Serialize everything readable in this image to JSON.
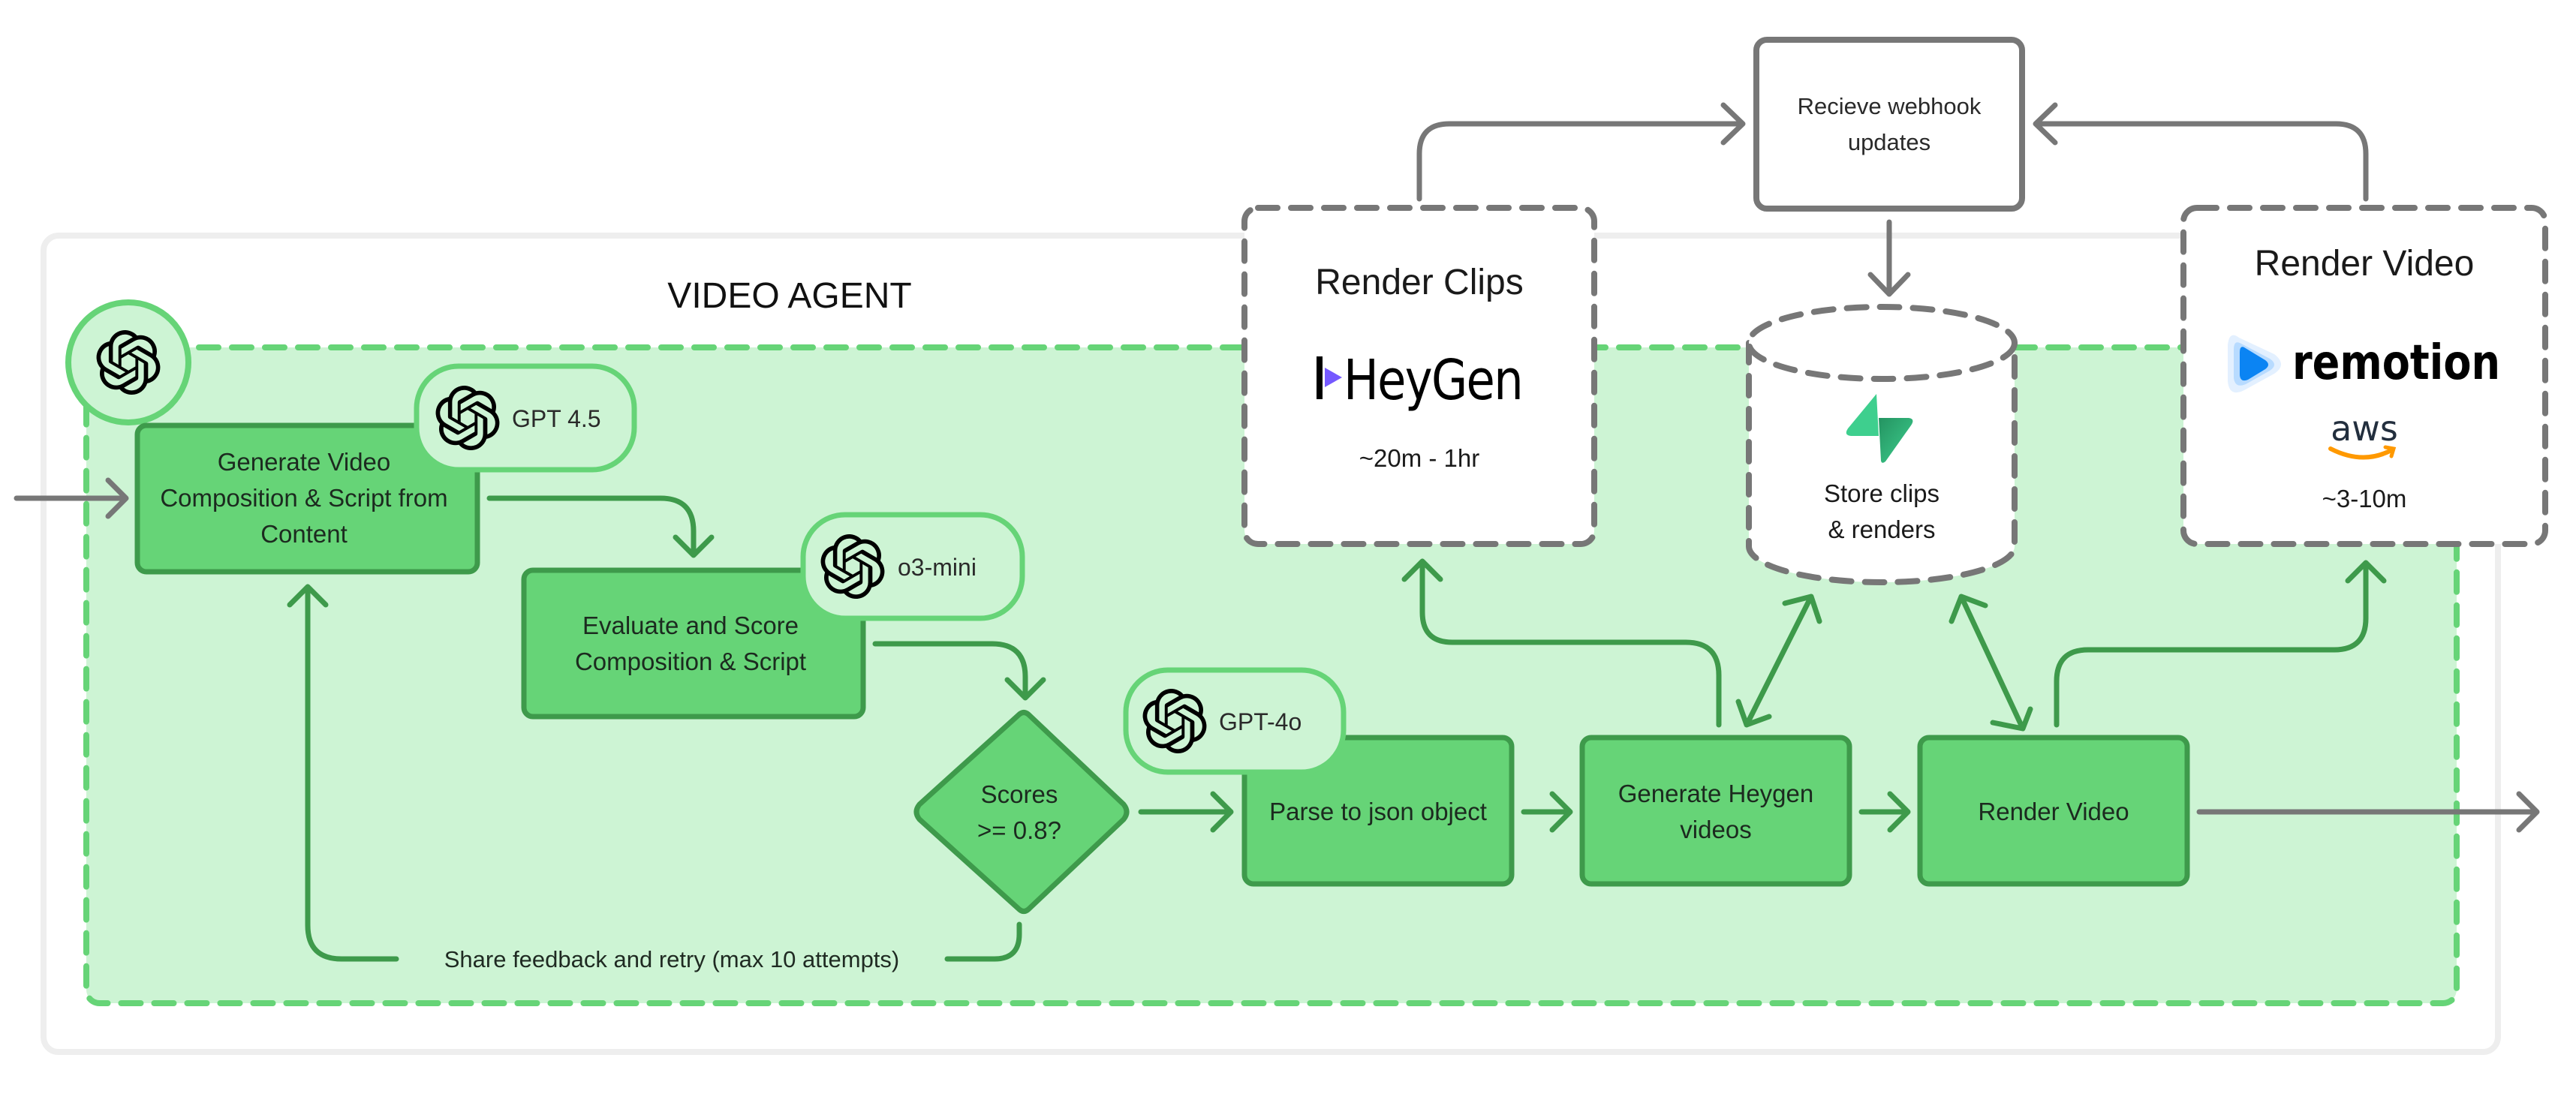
{
  "diagram": {
    "title": "VIDEO AGENT",
    "colors": {
      "agent_region_fill": "#cdf4d4",
      "agent_region_border": "#66d477",
      "node_fill": "#66d477",
      "node_border": "#3e9a4b",
      "external_border": "#777777",
      "container_border": "#eeeeee"
    },
    "agent_icon": "openai-logo-icon",
    "nodes": {
      "generate": {
        "lines": [
          "Generate Video",
          "Composition & Script from",
          "Content"
        ],
        "model": "GPT 4.5",
        "model_icon": "openai-logo-icon"
      },
      "evaluate": {
        "lines": [
          "Evaluate and Score",
          "Composition & Script"
        ],
        "model": "o3-mini",
        "model_icon": "openai-logo-icon"
      },
      "decision": {
        "lines": [
          "Scores",
          ">= 0.8?"
        ]
      },
      "parse": {
        "lines": [
          "Parse to json object"
        ],
        "model": "GPT-4o",
        "model_icon": "openai-logo-icon"
      },
      "heygen": {
        "lines": [
          "Generate Heygen",
          "videos"
        ]
      },
      "render": {
        "lines": [
          "Render Video"
        ]
      }
    },
    "feedback_label": "Share feedback and retry (max 10 attempts)",
    "external": {
      "render_clips": {
        "title": "Render Clips",
        "logo": "heygen-logo",
        "logo_text": "HeyGen",
        "duration": "~20m - 1hr"
      },
      "webhook": {
        "lines": [
          "Recieve webhook",
          "updates"
        ]
      },
      "storage": {
        "lines": [
          "Store clips",
          "& renders"
        ],
        "logo": "supabase-logo-icon"
      },
      "render_video": {
        "title": "Render Video",
        "logo": "remotion-logo",
        "logo_text": "remotion",
        "secondary_logo": "aws-logo",
        "secondary_logo_text": "aws",
        "duration": "~3-10m"
      }
    }
  }
}
